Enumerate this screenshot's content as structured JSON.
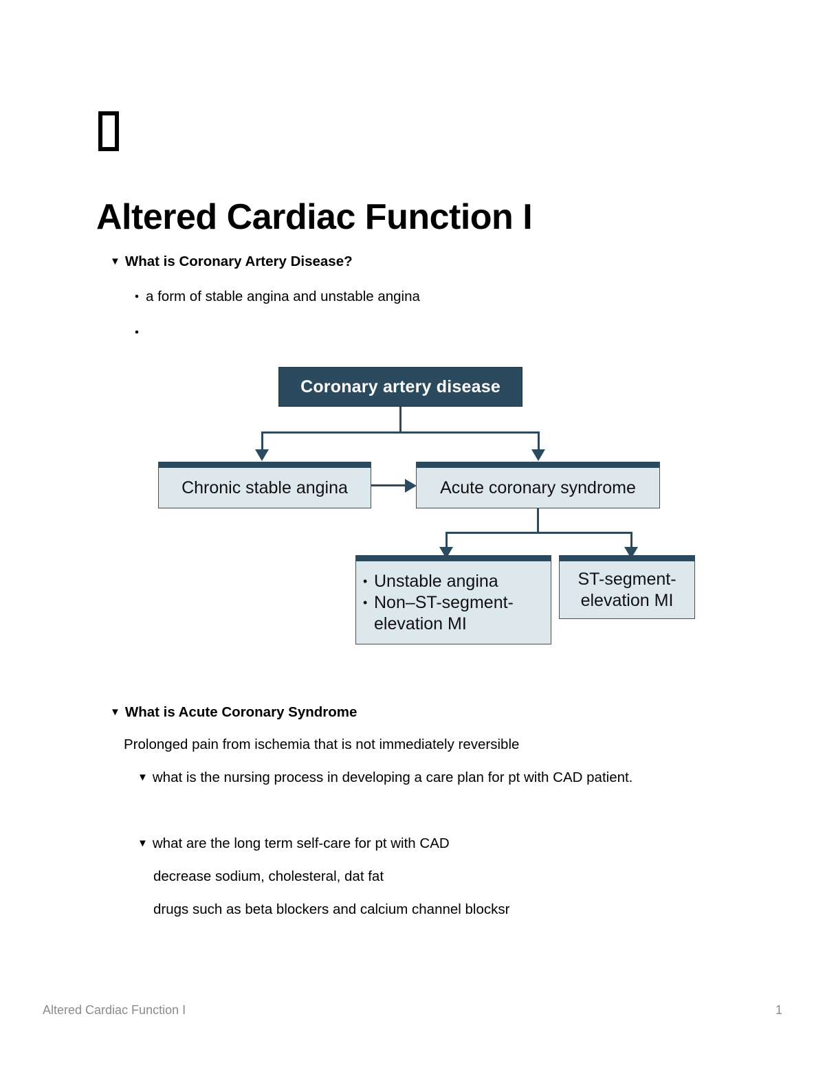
{
  "document": {
    "title": "Altered Cardiac Function I",
    "title_placeholder_glyph": "missing-glyph-box"
  },
  "sections": [
    {
      "heading": "What is Coronary Artery Disease?",
      "bullets": [
        "a form of stable angina and unstable angina",
        ""
      ]
    },
    {
      "heading": "What is Acute Coronary Syndrome",
      "body": "Prolonged pain from ischemia that is not immediately reversible",
      "sub_items": [
        {
          "heading": "what is the nursing process in developing a care plan for pt with CAD patient.",
          "lines": []
        },
        {
          "heading": "what are the long term self-care for pt with CAD",
          "lines": [
            "decrease sodium, cholesteral, dat fat",
            "drugs such as beta blockers and calcium channel blocksr"
          ]
        }
      ]
    }
  ],
  "diagram": {
    "type": "flowchart",
    "title": "Coronary artery disease classification",
    "nodes": {
      "root": "Coronary artery disease",
      "chronic": "Chronic stable angina",
      "acs": "Acute coronary syndrome",
      "ua_nstemi_items": [
        "Unstable angina",
        "Non–ST-segment-",
        "elevation MI"
      ],
      "stemi_lines": [
        "ST-segment-",
        "elevation MI"
      ]
    },
    "colors": {
      "dark_fill": "#2b4a5e",
      "light_fill": "#dde8ec",
      "connector": "#2b4a5e",
      "border": "#4d4d4d"
    }
  },
  "footer": {
    "left": "Altered Cardiac Function I",
    "page_number": "1"
  }
}
